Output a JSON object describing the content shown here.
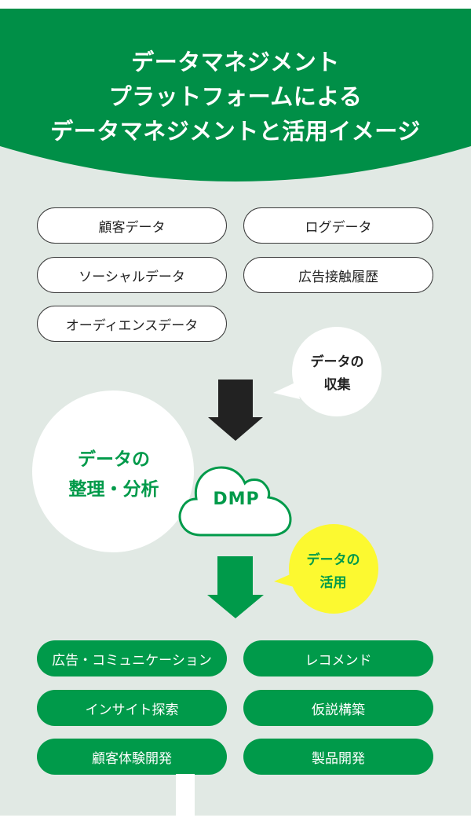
{
  "header": {
    "title_lines": [
      "データマネジメント",
      "プラットフォームによる",
      "データマネジメントと活用イメージ"
    ]
  },
  "colors": {
    "header_green": "#008f47",
    "accent_green": "#009a4a",
    "background": "#e1e9e4",
    "arrow_dark": "#222222",
    "yellow_bubble": "#fcf930"
  },
  "data_sources": [
    {
      "label": "顧客データ"
    },
    {
      "label": "ログデータ"
    },
    {
      "label": "ソーシャルデータ"
    },
    {
      "label": "広告接触履歴"
    },
    {
      "label": "オーディエンスデータ"
    }
  ],
  "collect_bubble": {
    "line1": "データの",
    "line2": "収集",
    "icon": "speech-bubble"
  },
  "collect_arrow": {
    "icon": "arrow-down-icon"
  },
  "organize_circle": {
    "line1": "データの",
    "line2": "整理・分析"
  },
  "dmp": {
    "label": "DMP",
    "icon": "cloud-icon"
  },
  "use_bubble": {
    "line1": "データの",
    "line2": "活用",
    "icon": "speech-bubble"
  },
  "use_arrow": {
    "icon": "arrow-down-icon"
  },
  "applications": [
    {
      "label": "広告・コミュニケーション"
    },
    {
      "label": "レコメンド"
    },
    {
      "label": "インサイト探索"
    },
    {
      "label": "仮説構築"
    },
    {
      "label": "顧客体験開発"
    },
    {
      "label": "製品開発"
    }
  ]
}
